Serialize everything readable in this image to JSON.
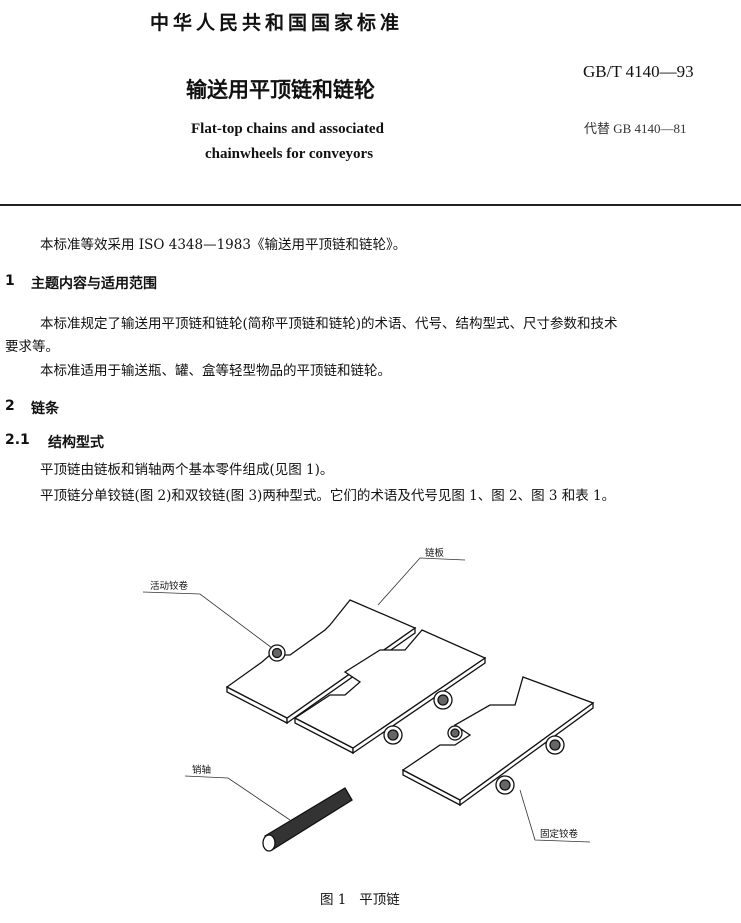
{
  "header": {
    "national_standard": "中华人民共和国国家标准",
    "title_cn": "输送用平顶链和链轮",
    "code": "GB/T 4140—93",
    "title_en_line1": "Flat-top chains and associated",
    "title_en_line2": "chainwheels for conveyors",
    "replaces": "代替 GB 4140—81"
  },
  "body": {
    "intro": "本标准等效采用 ISO 4348—1983《输送用平顶链和链轮》。",
    "s1_num": "1",
    "s1_title": "主题内容与适用范围",
    "s1_p1a": "本标准规定了输送用平顶链和链轮(简称平顶链和链轮)的术语、代号、结构型式、尺寸参数和技术",
    "s1_p1b": "要求等。",
    "s1_p2": "本标准适用于输送瓶、罐、盒等轻型物品的平顶链和链轮。",
    "s2_num": "2",
    "s2_title": "链条",
    "s21_num": "2.1",
    "s21_title": "结构型式",
    "s21_p1": "平顶链由链板和销轴两个基本零件组成(见图 1)。",
    "s21_p2": "平顶链分单铰链(图 2)和双铰链(图 3)两种型式。它们的术语及代号见图 1、图 2、图 3 和表 1。"
  },
  "figure": {
    "labels": {
      "plate": "链板",
      "movable_hinge": "活动铰卷",
      "pin": "销轴",
      "fixed_hinge": "固定铰卷"
    },
    "caption": "图 1   平顶链"
  }
}
